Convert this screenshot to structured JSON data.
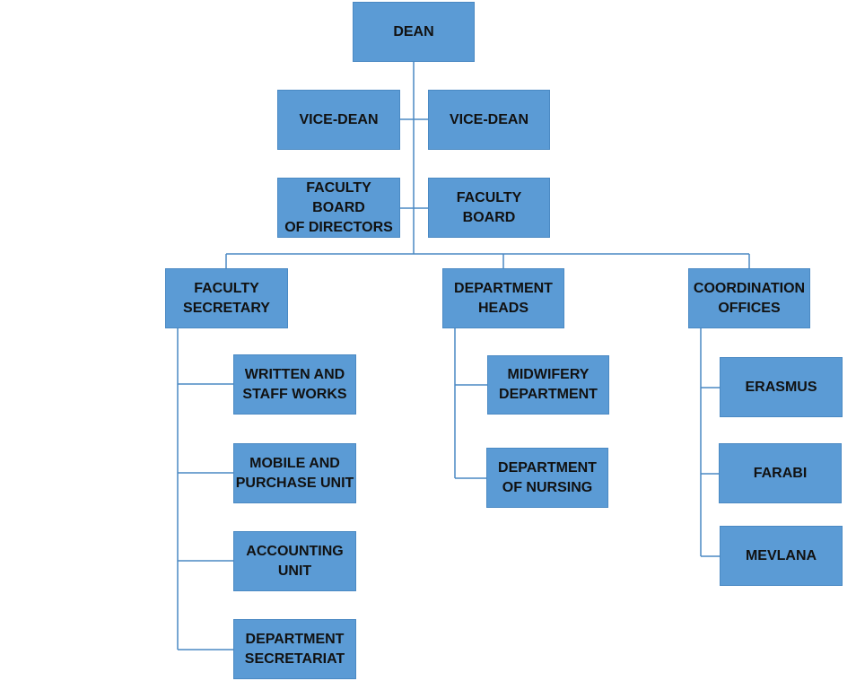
{
  "colors": {
    "box_fill": "#5b9bd5",
    "connector": "#4a89c3",
    "text": "#111111"
  },
  "nodes": {
    "dean": "DEAN",
    "vice_dean_left": "VICE-DEAN",
    "vice_dean_right": "VICE-DEAN",
    "faculty_board_of_directors": "FACULTY BOARD\nOF DIRECTORS",
    "faculty_board": "FACULTY BOARD",
    "faculty_secretary": "FACULTY\nSECRETARY",
    "department_heads": "DEPARTMENT\nHEADS",
    "coordination_offices": "COORDINATION\nOFFICES",
    "written_and_staff_works": "WRITTEN AND\nSTAFF WORKS",
    "mobile_and_purchase_unit": "MOBILE AND\nPURCHASE UNIT",
    "accounting_unit": "ACCOUNTING\nUNIT",
    "department_secretariat": "DEPARTMENT\nSECRETARIAT",
    "midwifery_department": "MIDWIFERY\nDEPARTMENT",
    "department_of_nursing": "DEPARTMENT\nOF NURSING",
    "erasmus": "ERASMUS",
    "farabi": "FARABI",
    "mevlana": "MEVLANA"
  }
}
